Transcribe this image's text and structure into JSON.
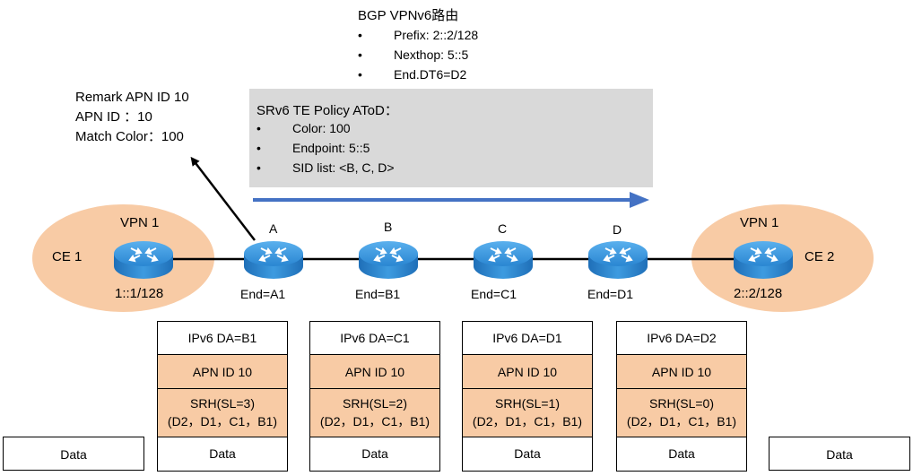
{
  "bgp": {
    "title": "BGP VPNv6路由",
    "items": [
      "Prefix: 2::2/128",
      "Nexthop: 5::5",
      "End.DT6=D2"
    ]
  },
  "remark": {
    "lines": [
      "Remark APN ID 10",
      "APN ID ：10",
      "Match Color：100"
    ]
  },
  "policy": {
    "title": "SRv6 TE Policy AToD：",
    "items": [
      "Color: 100",
      "Endpoint: 5::5",
      "SID list: <B, C, D>"
    ]
  },
  "colors": {
    "vpn_fill": "#f8cba5",
    "policy_fill": "#d9d9d9",
    "arrow_blue": "#4472c4",
    "router_blue": "#2f8fd8",
    "header_fill": "#f8cba5"
  },
  "sites": [
    {
      "vpn": "VPN 1",
      "ce": "CE 1",
      "prefix": "1::1/128"
    },
    {
      "vpn": "VPN 1",
      "ce": "CE 2",
      "prefix": "2::2/128"
    }
  ],
  "routers": [
    {
      "name": "A",
      "end": "End=A1"
    },
    {
      "name": "B",
      "end": "End=B1"
    },
    {
      "name": "C",
      "end": "End=C1"
    },
    {
      "name": "D",
      "end": "End=D1"
    }
  ],
  "packets": [
    {
      "ipv6": "IPv6 DA=B1",
      "apn": "APN ID 10",
      "srh": "SRH(SL=3)",
      "sids": "(D2，D1，C1，B1)",
      "data": "Data"
    },
    {
      "ipv6": "IPv6 DA=C1",
      "apn": "APN ID 10",
      "srh": "SRH(SL=2)",
      "sids": "(D2，D1，C1，B1)",
      "data": "Data"
    },
    {
      "ipv6": "IPv6 DA=D1",
      "apn": "APN ID 10",
      "srh": "SRH(SL=1)",
      "sids": "(D2，D1，C1，B1)",
      "data": "Data"
    },
    {
      "ipv6": "IPv6 DA=D2",
      "apn": "APN ID 10",
      "srh": "SRH(SL=0)",
      "sids": "(D2，D1，C1，B1)",
      "data": "Data"
    }
  ],
  "edge_data": [
    "Data",
    "Data"
  ]
}
